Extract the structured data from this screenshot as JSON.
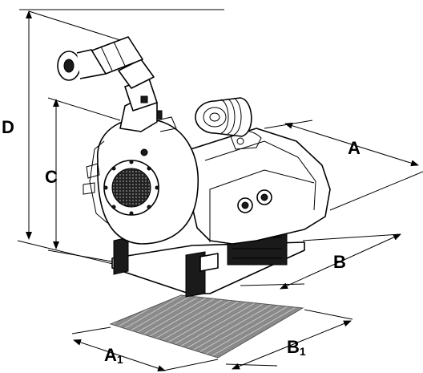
{
  "dimensions": {
    "a": "A",
    "b": "B",
    "c": "C",
    "d": "D",
    "a1_main": "A",
    "a1_sub": "1",
    "b1_main": "B",
    "b1_sub": "1"
  },
  "colors": {
    "line": "#000000",
    "footprint": "#7a7a7a",
    "shade": "#cfcfcf"
  }
}
